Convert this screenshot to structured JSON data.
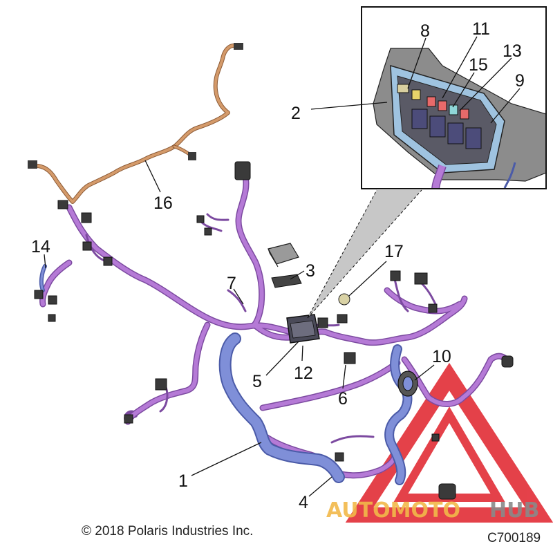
{
  "callouts": [
    {
      "id": "c1",
      "label": "1"
    },
    {
      "id": "c2",
      "label": "2"
    },
    {
      "id": "c3",
      "label": "3"
    },
    {
      "id": "c4",
      "label": "4"
    },
    {
      "id": "c5",
      "label": "5"
    },
    {
      "id": "c6",
      "label": "6"
    },
    {
      "id": "c7",
      "label": "7"
    },
    {
      "id": "c8",
      "label": "8"
    },
    {
      "id": "c9",
      "label": "9"
    },
    {
      "id": "c10",
      "label": "10"
    },
    {
      "id": "c11",
      "label": "11"
    },
    {
      "id": "c12",
      "label": "12"
    },
    {
      "id": "c13",
      "label": "13"
    },
    {
      "id": "c14",
      "label": "14"
    },
    {
      "id": "c15",
      "label": "15"
    },
    {
      "id": "c16",
      "label": "16"
    },
    {
      "id": "c17",
      "label": "17"
    }
  ],
  "footer": {
    "copyright": "© 2018 Polaris Industries Inc.",
    "drawing_id": "C700189"
  },
  "watermark": {
    "part1": "AUTOMOTO",
    "part2": "HUB",
    "color_primary": "#e0202a",
    "color_secondary": "#f2b94a",
    "color_tertiary": "#8a8a8a"
  },
  "colors": {
    "harness": "#b57ad6",
    "harness_dark": "#7c4aa0",
    "trunk": "#7f8fd8",
    "rear_harness": "#d49a6a",
    "connector": "#3a3a3a"
  }
}
